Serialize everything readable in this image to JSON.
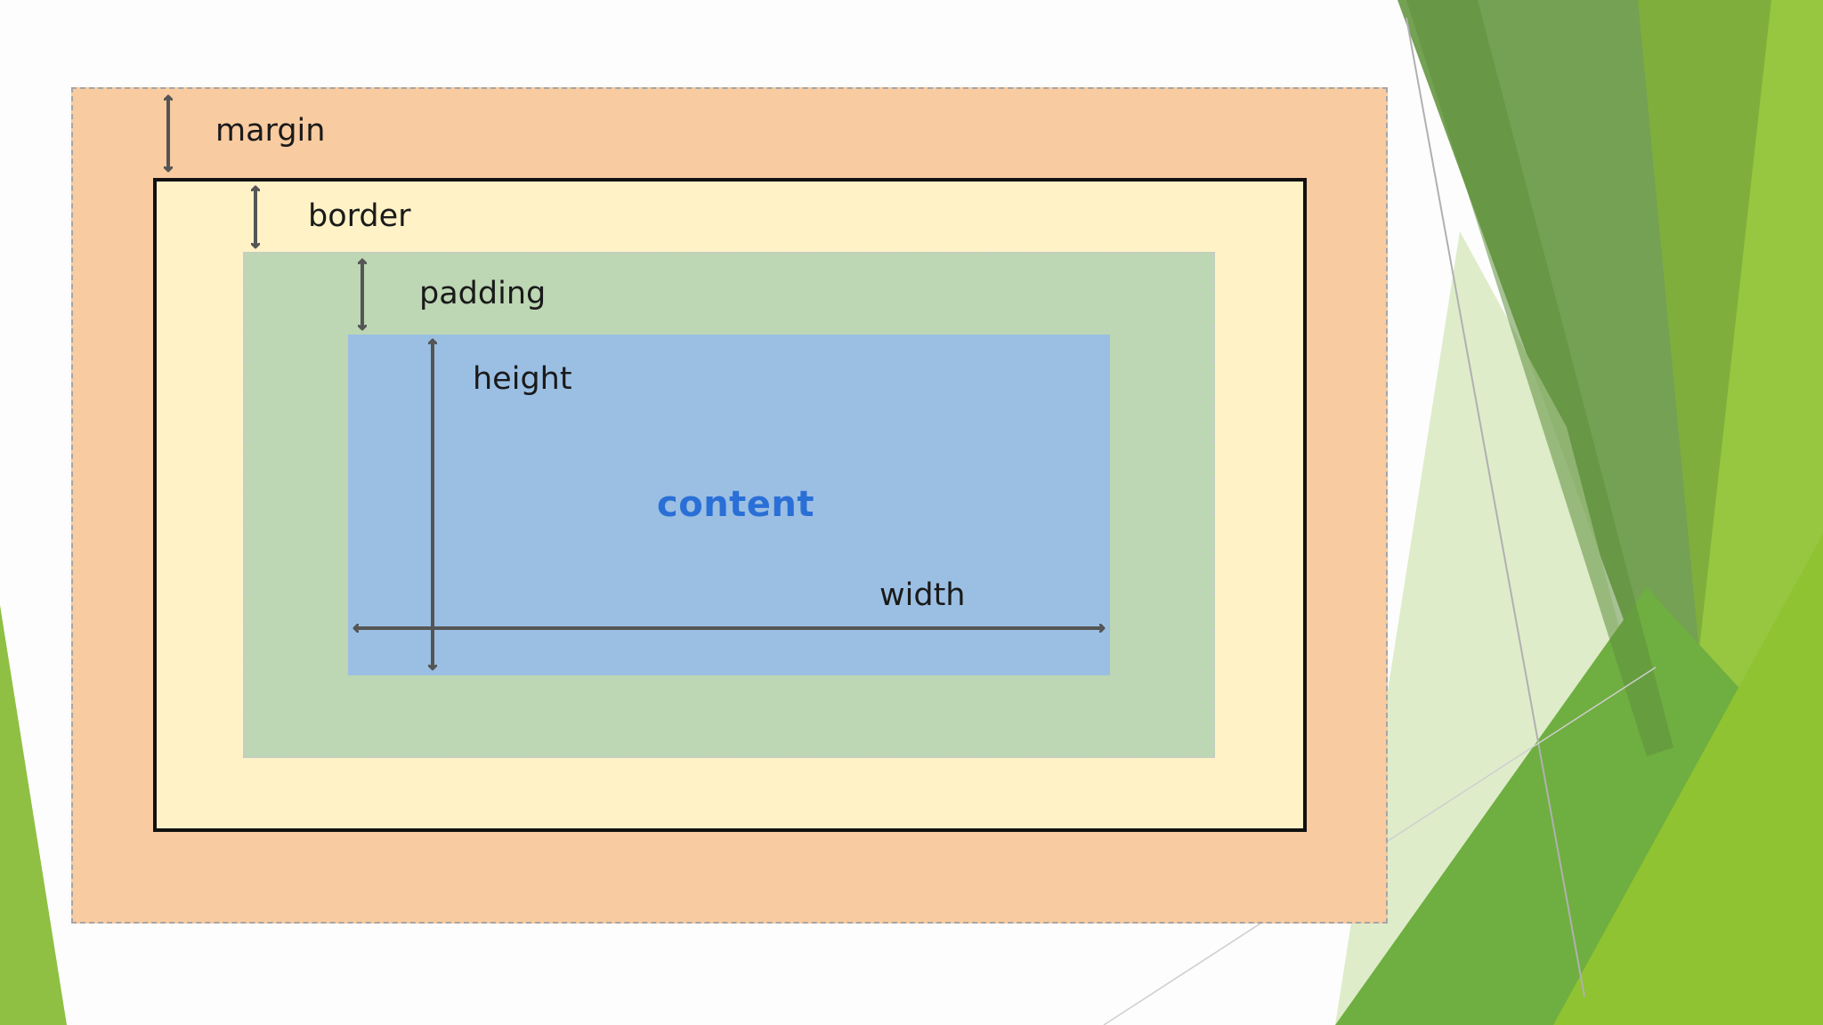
{
  "diagram": {
    "labels": {
      "margin": "margin",
      "border": "border",
      "padding": "padding",
      "height": "height",
      "width": "width",
      "content": "content"
    },
    "colors": {
      "margin_fill": "#f8cba0",
      "border_fill": "#fff2c7",
      "padding_fill": "#bdd6b3",
      "content_fill": "#9bbfe3",
      "content_text": "#2a6fd6",
      "arrow": "#555555",
      "border_line": "#111111"
    }
  },
  "decor": {
    "accent_green_dark": "#6a9b45",
    "accent_green": "#8cbf3f",
    "accent_green_light": "#d6e8bf"
  }
}
